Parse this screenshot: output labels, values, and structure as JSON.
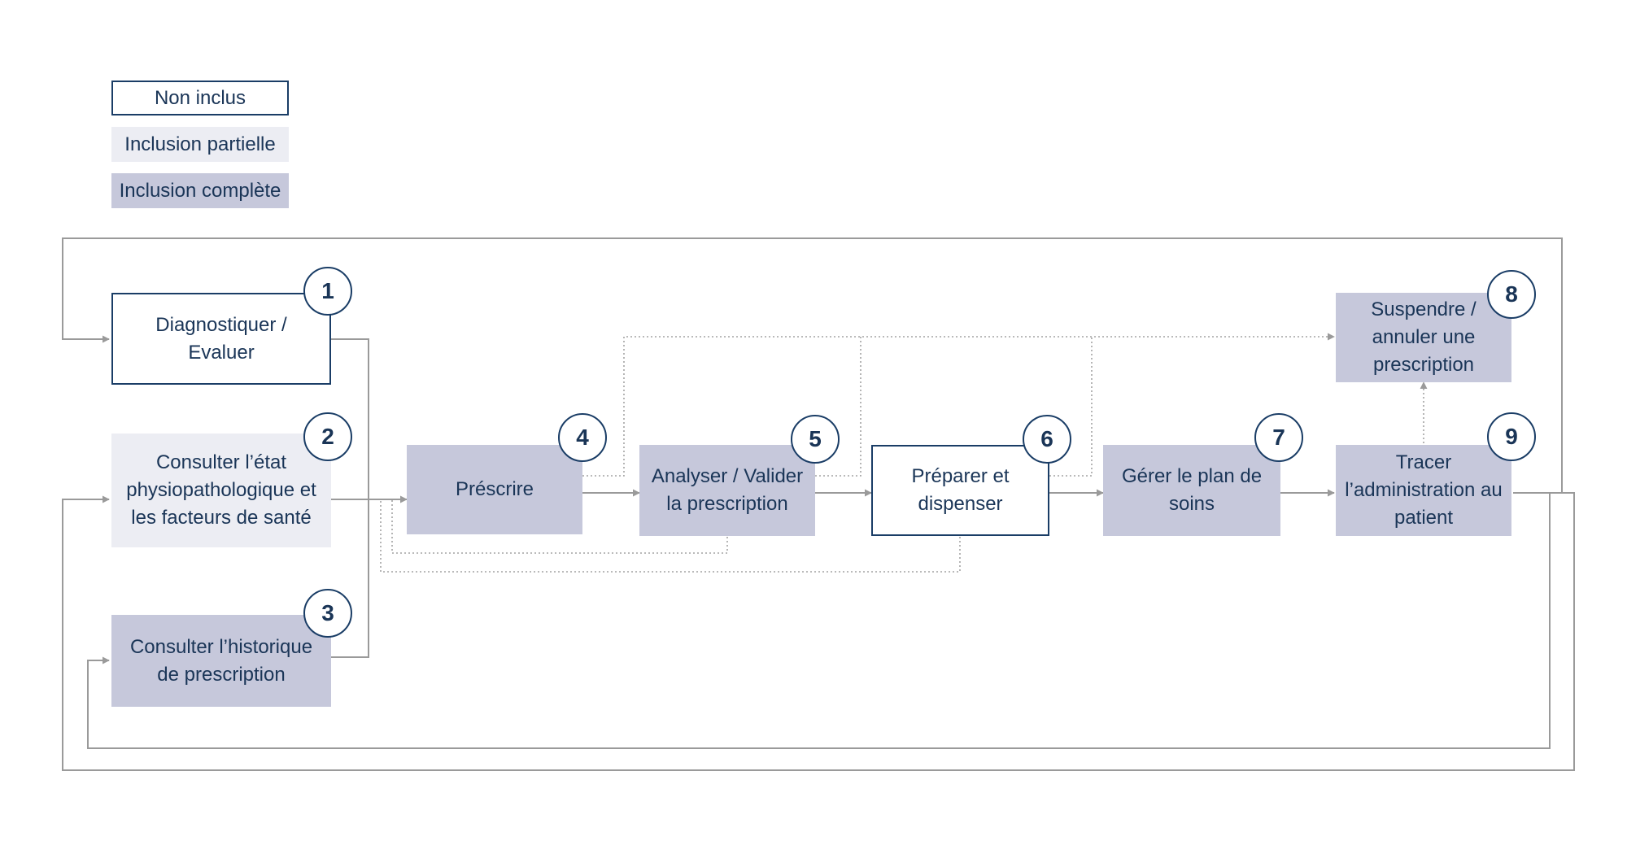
{
  "legend": {
    "non_inclus": "Non inclus",
    "partielle": "Inclusion partielle",
    "complete": "Inclusion complète"
  },
  "nodes": [
    {
      "num": "1",
      "label": "Diagnostiquer / Evaluer",
      "inclusion": "none"
    },
    {
      "num": "2",
      "label": "Consulter l’état physiopathologique et les facteurs de santé",
      "inclusion": "partial"
    },
    {
      "num": "3",
      "label": "Consulter l’historique de prescription",
      "inclusion": "full"
    },
    {
      "num": "4",
      "label": "Préscrire",
      "inclusion": "full"
    },
    {
      "num": "5",
      "label": "Analyser / Valider la prescription",
      "inclusion": "full"
    },
    {
      "num": "6",
      "label": "Préparer et dispenser",
      "inclusion": "none"
    },
    {
      "num": "7",
      "label": "Gérer le plan de soins",
      "inclusion": "full"
    },
    {
      "num": "8",
      "label": "Suspendre / annuler une prescription",
      "inclusion": "full"
    },
    {
      "num": "9",
      "label": "Tracer l’administration au patient",
      "inclusion": "full"
    }
  ],
  "colors": {
    "navy": "#1a3d66",
    "text": "#1a3557",
    "partial_fill": "#ecedf3",
    "full_fill": "#c6c8db",
    "connector": "#9a9a9a"
  }
}
